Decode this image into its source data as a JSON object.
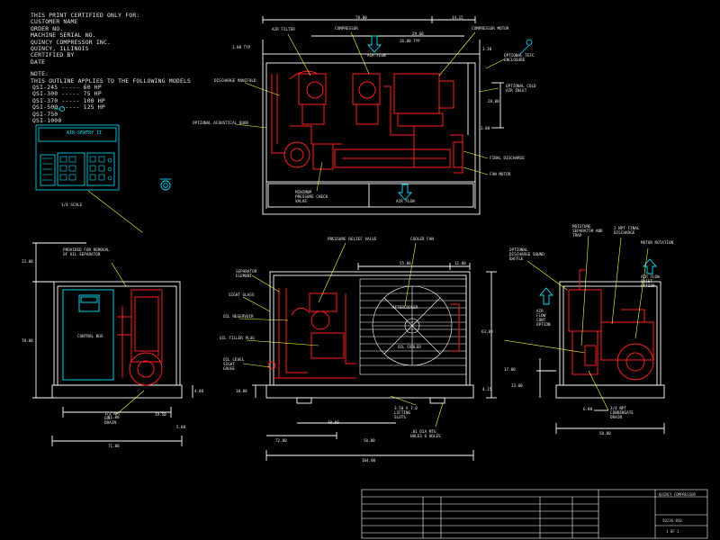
{
  "header_notes": {
    "lines": [
      "THIS PRINT CERTIFIED ONLY FOR:",
      "CUSTOMER NAME",
      "ORDER NO.",
      "MACHINE SERIAL NO.",
      "QUINCY COMPRESSOR INC.",
      "QUINCY, ILLINOIS",
      "CERTIFIED BY",
      "DATE"
    ],
    "note_heading": "NOTE:",
    "note_text": "THIS OUTLINE APPLIES TO THE FOLLOWING MODELS",
    "models": [
      "QSI-245 ----- 60 HP",
      "QSI-300 ----- 75 HP",
      "QSI-370 ----- 100 HP",
      "QSI-500 ----- 125 HP",
      "QSI-750",
      "QSI-1000"
    ]
  },
  "panel": {
    "title": "AIR-SENTRY II",
    "scale": "1/4 SCALE",
    "label": "CONTROL BOX"
  },
  "top_view": {
    "labels": {
      "air_filter": "AIR FILTER",
      "compressor": "COMPRESSOR",
      "compressor_motor": "COMPRESSOR MOTOR",
      "air_flow": "AIR FLOW",
      "optional_tefc": "OPTIONAL TEFC ENCLOSURE",
      "discharge_manifold": "DISCHARGE MANIFOLD",
      "optional_cold_air_inlet": "OPTIONAL COLD AIR INLET",
      "optional_acoustical_door": "OPTIONAL ACOUSTICAL DOOR",
      "final_discharge": "FINAL DISCHARGE",
      "fan_motor": "FAN MOTOR",
      "minimum_pressure_check_valve": "MINIMUM PRESSURE CHECK VALVE"
    },
    "dims": {
      "overall": "78.00",
      "right": "14.15",
      "a": "29.60",
      "b": "26.00 TYP",
      "c": "3.30",
      "d": "28.00",
      "e": "2.00",
      "f": "3.00 TYP"
    }
  },
  "front_view": {
    "labels": {
      "provided_by_removal": "PROVIDED FOR REMOVAL OF OIL SEPARATOR",
      "oil_drain": "1/2 NPT OIL DRAIN",
      "control_box": "CONTROL BOX"
    },
    "dims": {
      "height": "70.00",
      "top": "23.00",
      "width": "71.00",
      "inner": "61.00",
      "base": "4.00",
      "drain": "19.50",
      "foot": "5.00"
    }
  },
  "side_view": {
    "labels": {
      "pressure_relief_valve": "PRESSURE RELIEF VALVE",
      "cooler_fan": "COOLER FAN",
      "separator_element": "SEPARATOR ELEMENT",
      "sight_glass": "SIGHT GLASS",
      "oil_reservoir": "OIL RESERVOIR",
      "oil_filler_plug": "OIL FILLER PLUG",
      "oil_level_sight_gauge": "OIL LEVEL SIGHT GAUGE",
      "aftercooler": "AFTERCOOLER",
      "oil_cooler": "OIL COOLER",
      "forklift_slots": "3.50 X 7.0 LIFTING SLOTS",
      "mounting_holes": ".81 DIA MTG HOLES 6 HOLES"
    },
    "dims": {
      "overall": "104.00",
      "left": "72.00",
      "mid": "50.00",
      "top_a": "55.00",
      "top_b": "12.00",
      "height": "63.00",
      "low": "10.00",
      "sub": "40.00",
      "base": "4.25"
    }
  },
  "rear_view": {
    "labels": {
      "moisture_separator": "MOISTURE SEPARATOR AND TRAP",
      "final_discharge": "2 NPT FINAL DISCHARGE",
      "motor_rotation": "MOTOR ROTATION",
      "optional_baffle": "OPTIONAL DISCHARGE SOUND BAFFLE",
      "air_flow_quiet": "AIR FLOW QUIET OPTION",
      "air_flow_cont": "AIR FLOW CONT OPTION",
      "condensate_drain": "3/4 NPT CONDENSATE DRAIN"
    },
    "dims": {
      "width": "58.00",
      "h1": "17.00",
      "h2": "13.00",
      "drain": "6.00"
    }
  },
  "title_block": {
    "company": "QUINCY COMPRESSOR",
    "drawing_no": "50236-050",
    "sheet": "1 OF 1"
  },
  "colors": {
    "background": "#000000",
    "frame_lines": "#ffffff",
    "machine": "#ff1e1e",
    "control_panel": "#00e5ff",
    "leaders": "#ffff33"
  }
}
